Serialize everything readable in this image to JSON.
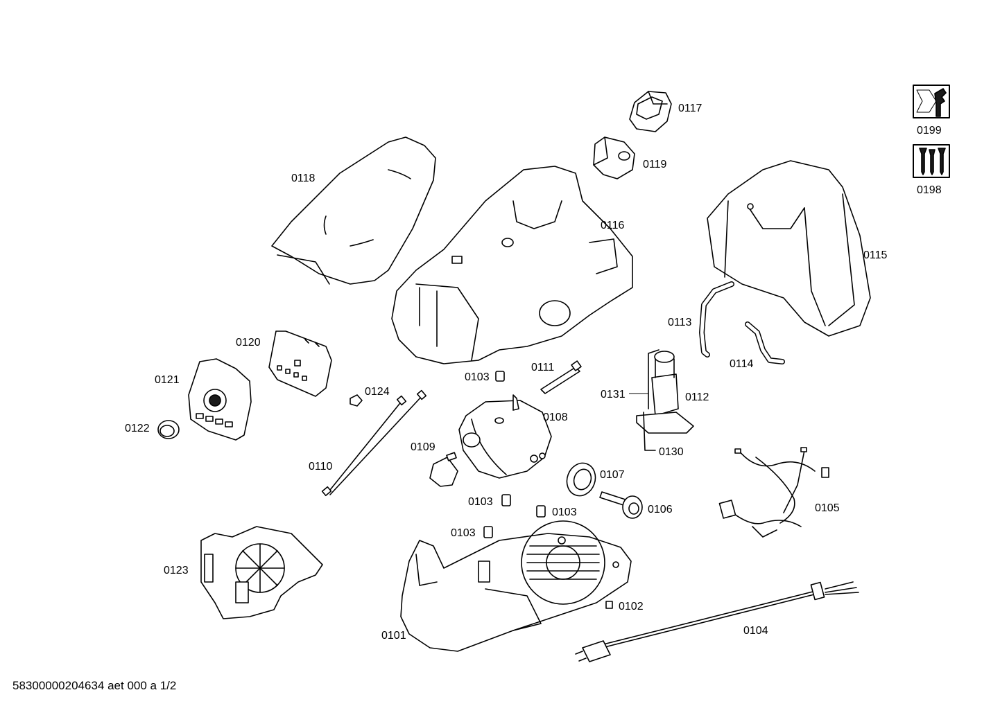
{
  "labels": {
    "p0117": "0117",
    "p0119": "0119",
    "p0118": "0118",
    "p0116": "0116",
    "p0115": "0115",
    "p0113": "0113",
    "p0114": "0114",
    "p0120": "0120",
    "p0121": "0121",
    "p0122": "0122",
    "p0124": "0124",
    "p0103a": "0103",
    "p0111": "0111",
    "p0131": "0131",
    "p0112": "0112",
    "p0108": "0108",
    "p0109": "0109",
    "p0110": "0110",
    "p0130": "0130",
    "p0107": "0107",
    "p0106": "0106",
    "p0105": "0105",
    "p0103b": "0103",
    "p0103c": "0103",
    "p0103d": "0103",
    "p0123": "0123",
    "p0102": "0102",
    "p0101": "0101",
    "p0104": "0104",
    "p0199": "0199",
    "p0198": "0198"
  },
  "icons": {
    "p0199": "wrench-icon",
    "p0198": "screws-icon"
  },
  "footer": "58300000204634 aet 000 a 1/2"
}
